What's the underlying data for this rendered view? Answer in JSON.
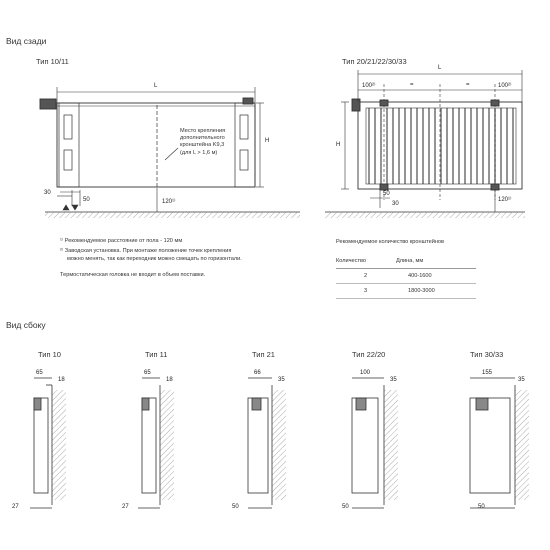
{
  "sections": {
    "rear_view": "Вид сзади",
    "side_view": "Вид сбоку"
  },
  "rear": {
    "left": {
      "title": "Тип 10/11",
      "dim_L": "L",
      "dim_H": "H",
      "dim_30": "30",
      "dim_50": "50",
      "dim_120": "120¹⁾",
      "mount_note": [
        "Место крепления",
        "дополнительного",
        "кронштейна K9,3",
        "(для L > 1,6 м)"
      ]
    },
    "right": {
      "title": "Тип 20/21/22/30/33",
      "dim_L": "L",
      "dim_100_left": "100²⁾",
      "dim_100_right": "100²⁾",
      "dim_eq": "=",
      "dim_H": "H",
      "dim_50": "50",
      "dim_30": "30",
      "dim_120": "120¹⁾"
    }
  },
  "footnotes": {
    "f1": "¹⁾ Рекомендуемое расстояние от пола - 120 мм",
    "f2_line1": "²⁾ Заводская установка. При монтаже положение точек крепления",
    "f2_line2": "можно менять, так как переходник можно смещать по горизонтали.",
    "thermo": "Термостатическая головка не входит в объем поставки."
  },
  "brackets_table": {
    "caption": "Рекомендуемое количество кронштейнов",
    "headers": [
      "Количество",
      "Длина, мм"
    ],
    "rows": [
      [
        "2",
        "400-1600"
      ],
      [
        "3",
        "1800-3000"
      ]
    ]
  },
  "side_types": [
    {
      "label": "Тип 10",
      "dim_top": "65",
      "dim_gap": "18",
      "dim_bottom": "27"
    },
    {
      "label": "Тип 11",
      "dim_top": "65",
      "dim_gap": "18",
      "dim_bottom": "27"
    },
    {
      "label": "Тип 21",
      "dim_top": "66",
      "dim_gap": "35",
      "dim_bottom": "50"
    },
    {
      "label": "Тип 22/20",
      "dim_top": "100",
      "dim_gap": "35",
      "dim_bottom": "50"
    },
    {
      "label": "Тип 30/33",
      "dim_top": "155",
      "dim_gap": "35",
      "dim_bottom": "50"
    }
  ]
}
